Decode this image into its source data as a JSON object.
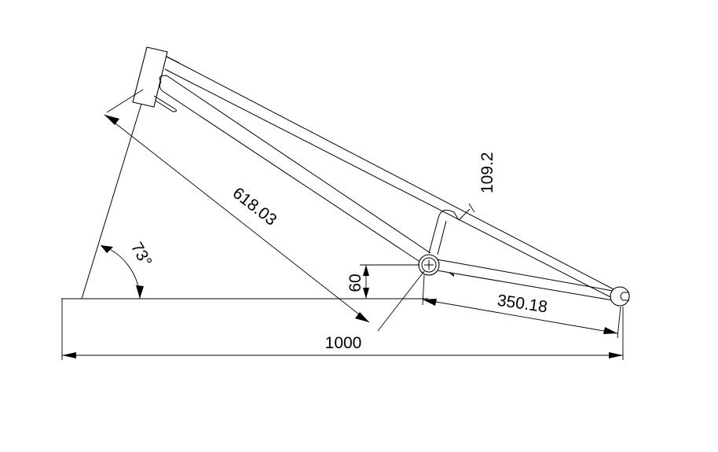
{
  "dimensions": {
    "top_tube_length": "109.2",
    "main_diagonal": "618.03",
    "head_angle": "73°",
    "bb_drop": "60",
    "chainstay": "350.18",
    "overall_length": "1000"
  }
}
